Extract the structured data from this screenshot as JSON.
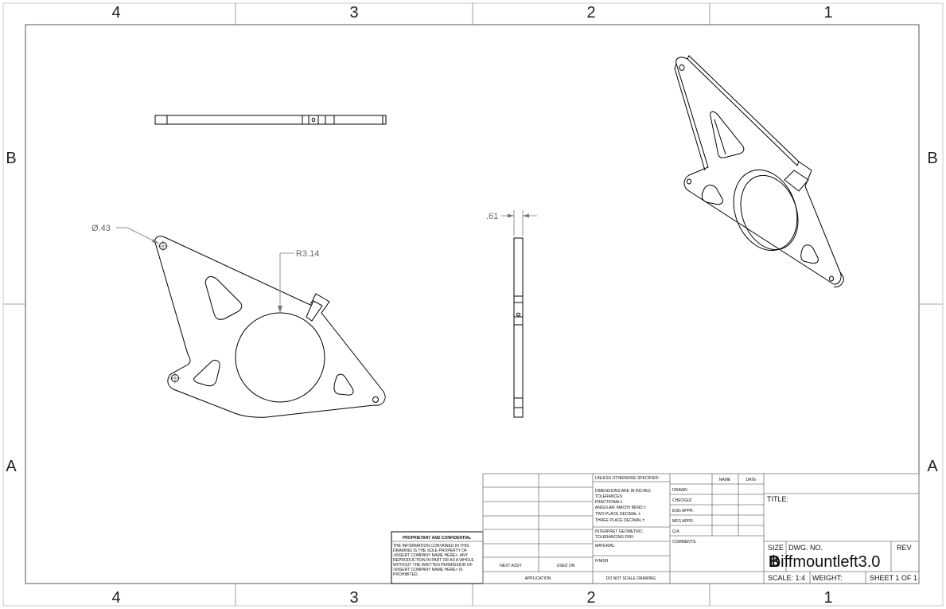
{
  "zones": {
    "top": [
      "4",
      "3",
      "2",
      "1"
    ],
    "bottom": [
      "4",
      "3",
      "2",
      "1"
    ],
    "left": [
      "B",
      "A"
    ],
    "right": [
      "B",
      "A"
    ]
  },
  "dimensions": {
    "hole_dia": "Ø.43",
    "radius": "R3.14",
    "thickness": ".61"
  },
  "proprietary": {
    "title": "PROPRIETARY AND CONFIDENTIAL",
    "lines": [
      "THE INFORMATION CONTAINED IN THIS",
      "DRAWING IS THE SOLE PROPERTY OF",
      "<INSERT COMPANY NAME HERE>.  ANY",
      "REPRODUCTION IN PART OR AS A WHOLE",
      "WITHOUT THE WRITTEN PERMISSION OF",
      "<INSERT COMPANY NAME HERE> IS",
      "PROHIBITED."
    ]
  },
  "title_block": {
    "next_assy": "NEXT ASSY",
    "used_on": "USED ON",
    "application": "APPLICATION",
    "unless": "UNLESS OTHERWISE SPECIFIED:",
    "tol_lines": [
      "DIMENSIONS ARE IN INCHES",
      "TOLERANCES:",
      "FRACTIONAL±",
      "ANGULAR: MACH±    BEND ±",
      "TWO PLACE DECIMAL    ±",
      "THREE PLACE DECIMAL  ±"
    ],
    "interpret": [
      "INTERPRET GEOMETRIC",
      "TOLERANCING PER:"
    ],
    "material": "MATERIAL",
    "finish": "FINISH",
    "do_not_scale": "DO NOT SCALE DRAWING",
    "name": "NAME",
    "date": "DATE",
    "rows": [
      "DRAWN",
      "CHECKED",
      "ENG APPR.",
      "MFG APPR.",
      "Q.A.",
      "COMMENTS:"
    ],
    "title_label": "TITLE:",
    "size_label": "SIZE",
    "size_value": "B",
    "dwg_no_label": "DWG.  NO.",
    "dwg_no": "biffmountleft3.0",
    "rev_label": "REV",
    "scale": "SCALE: 1:4",
    "weight": "WEIGHT:",
    "sheet": "SHEET 1 OF 1"
  }
}
